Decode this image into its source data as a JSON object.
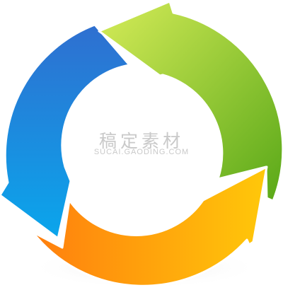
{
  "graphic": {
    "name": "circular-cycle-arrows",
    "arrows": [
      {
        "name": "blue-arrow",
        "colors": [
          "#2f6fd0",
          "#0aa6ec"
        ]
      },
      {
        "name": "green-arrow",
        "colors": [
          "#d6ec58",
          "#59a818"
        ]
      },
      {
        "name": "orange-arrow",
        "colors": [
          "#ff7e0e",
          "#ffc80a"
        ]
      }
    ],
    "shadow_color": "#e6e6e6"
  },
  "watermark": {
    "title": "稿定素材",
    "subtitle": "SUCAI.GAODING.COM"
  }
}
